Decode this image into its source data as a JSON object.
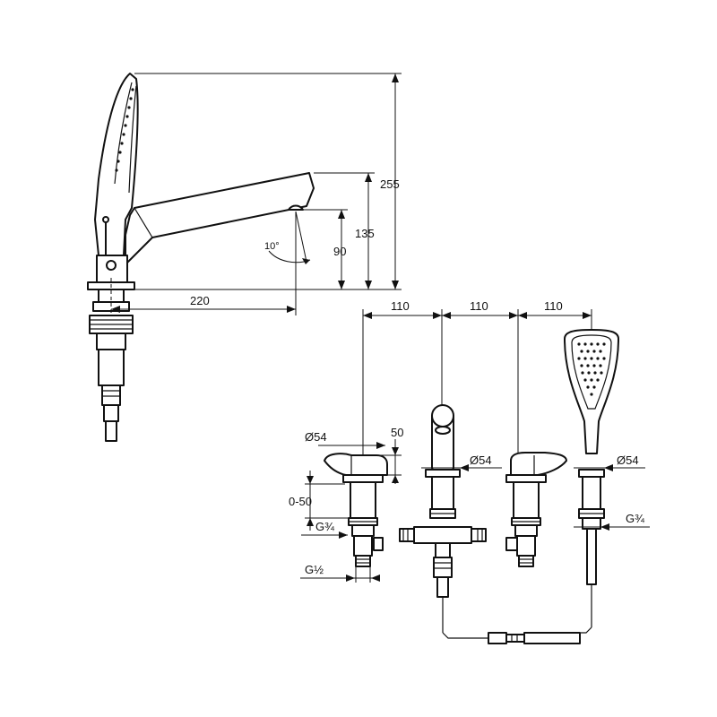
{
  "dimensions": {
    "height_total": "255",
    "height_spout": "135",
    "height_outlet": "90",
    "reach": "220",
    "angle": "10°",
    "spacing_1": "110",
    "spacing_2": "110",
    "spacing_3": "110",
    "diameter_left": "Ø54",
    "diameter_center": "Ø54",
    "diameter_right": "Ø54",
    "lever_height": "50",
    "deck_range": "0-50",
    "thread_left_upper": "G¾",
    "thread_left_lower": "G½",
    "thread_right": "G¾"
  }
}
